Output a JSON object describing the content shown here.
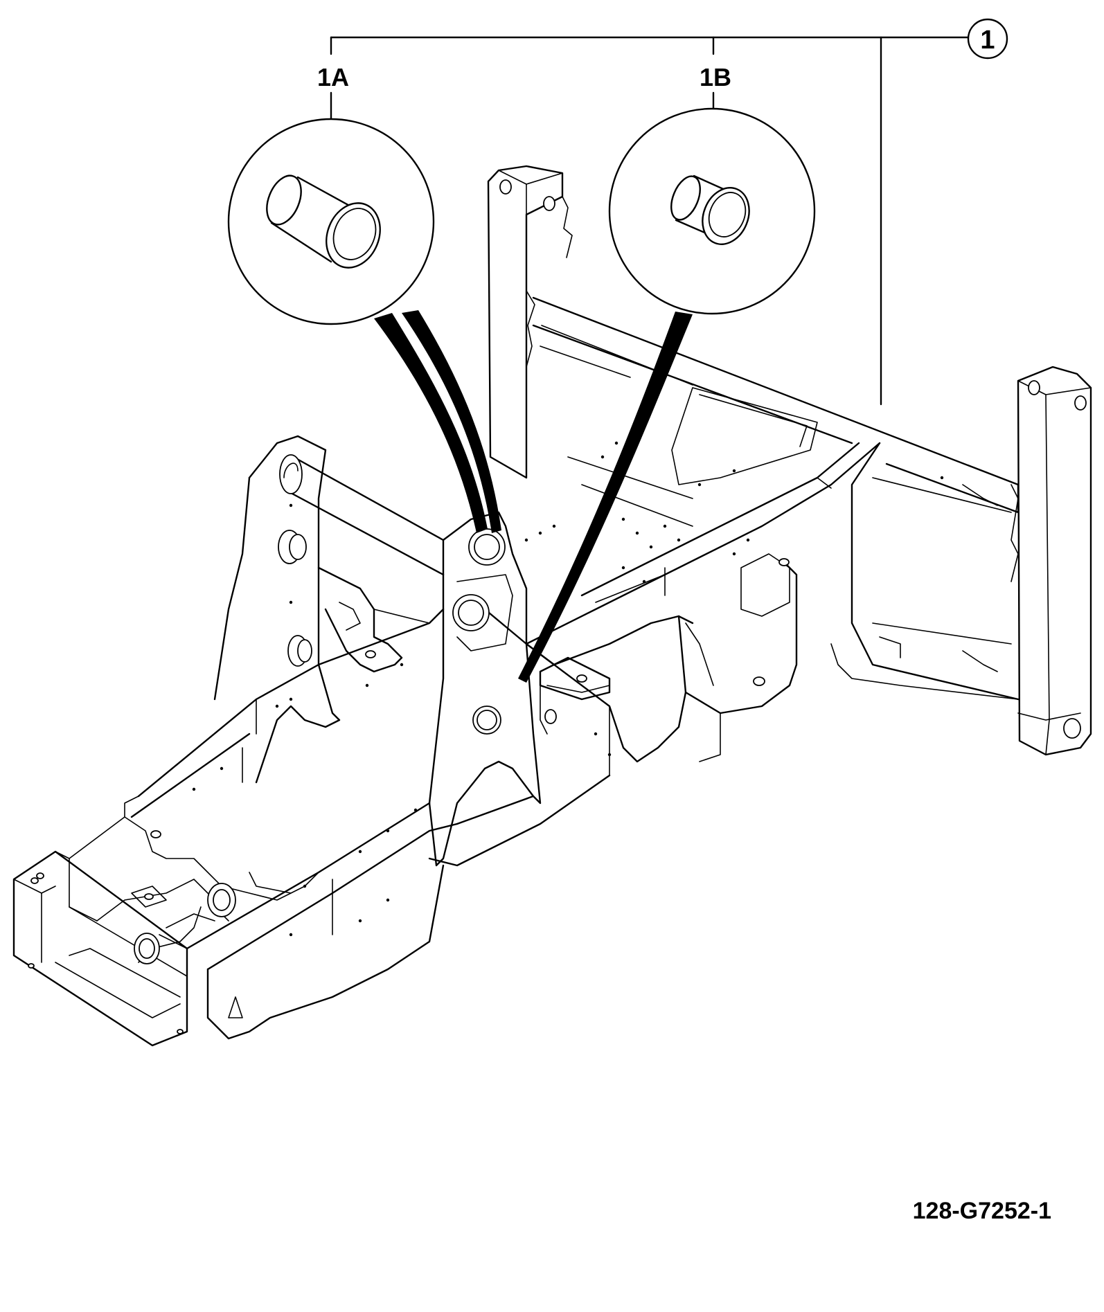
{
  "callouts": {
    "main": "1",
    "left": "1A",
    "right": "1B"
  },
  "figure_id": "128-G7252-1",
  "colors": {
    "line": "#000000",
    "background": "#ffffff"
  }
}
